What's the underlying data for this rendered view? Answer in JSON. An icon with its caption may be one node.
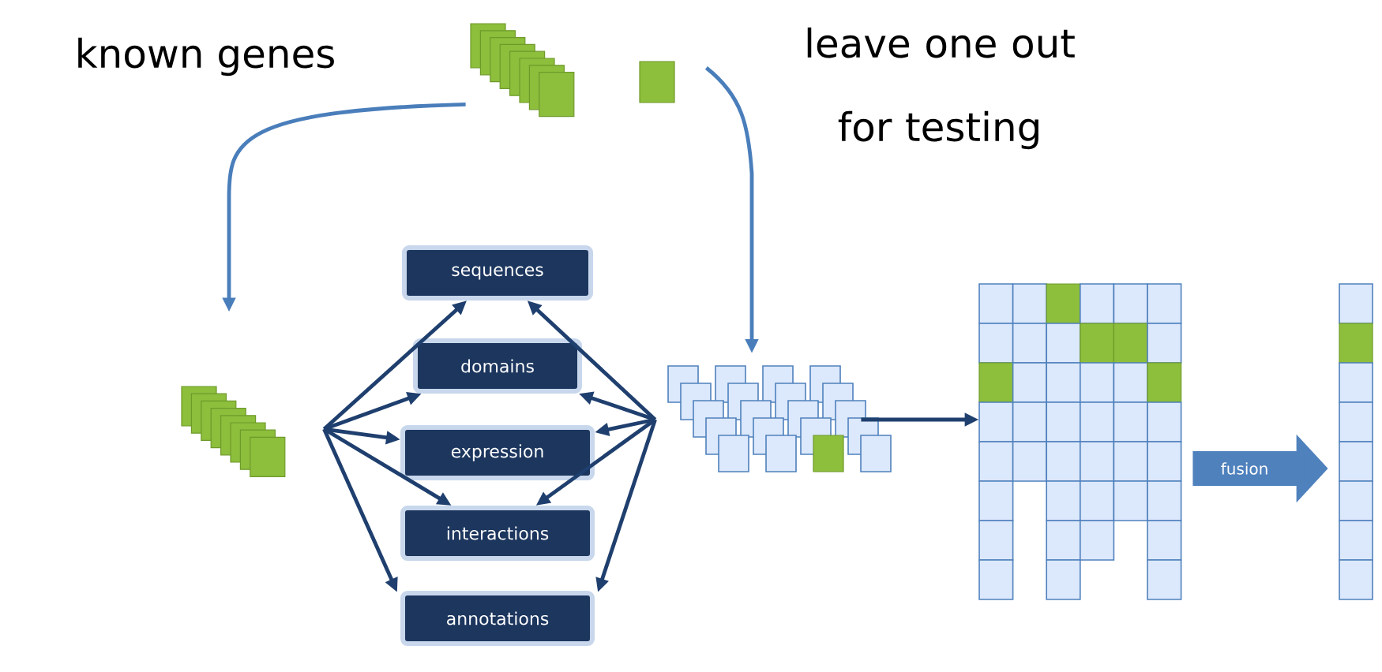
{
  "diagram": {
    "nodes": [
      {
        "text": [],
        "shape": "picture",
        "beside": [
          "known genes"
        ]
      },
      {
        "text": [],
        "shape": "box",
        "beside": [
          "leave one out for testing"
        ]
      },
      {
        "text": [],
        "shape": "picture"
      },
      {
        "text": [
          "sequences"
        ]
      },
      {
        "text": [
          "domains"
        ]
      },
      {
        "text": [
          "expression"
        ]
      },
      {
        "text": [
          "interactions"
        ]
      },
      {
        "text": [
          "annotations"
        ]
      },
      {
        "text": [],
        "shape": "picture"
      },
      {
        "text": [],
        "shape": "picture"
      },
      {
        "text": [],
        "shape": "picture"
      }
    ],
    "edges": [
      {
        "from": 0,
        "to": 2,
        "arrow": "to",
        "color": "#4a7ebb"
      },
      {
        "from": 1,
        "to": 8,
        "arrow": "to",
        "color": "#4a7ebb"
      },
      {
        "from": 2,
        "to": 3,
        "arrow": "to"
      },
      {
        "from": 2,
        "to": 4,
        "arrow": "to"
      },
      {
        "from": 2,
        "to": 5,
        "arrow": "to"
      },
      {
        "from": 2,
        "to": 6,
        "arrow": "to"
      },
      {
        "from": 2,
        "to": 7,
        "arrow": "to"
      },
      {
        "from": 8,
        "to": 3,
        "arrow": "to"
      },
      {
        "from": 8,
        "to": 4,
        "arrow": "to"
      },
      {
        "from": 8,
        "to": 5,
        "arrow": "to"
      },
      {
        "from": 8,
        "to": 6,
        "arrow": "to"
      },
      {
        "from": 8,
        "to": 7,
        "arrow": "to"
      },
      {
        "from": 8,
        "to": 9,
        "arrow": "to"
      },
      {
        "from": 9,
        "to": 10,
        "arrow": "to",
        "label": "fusion",
        "style": "thick",
        "color": "#4f81bd"
      }
    ]
  }
}
